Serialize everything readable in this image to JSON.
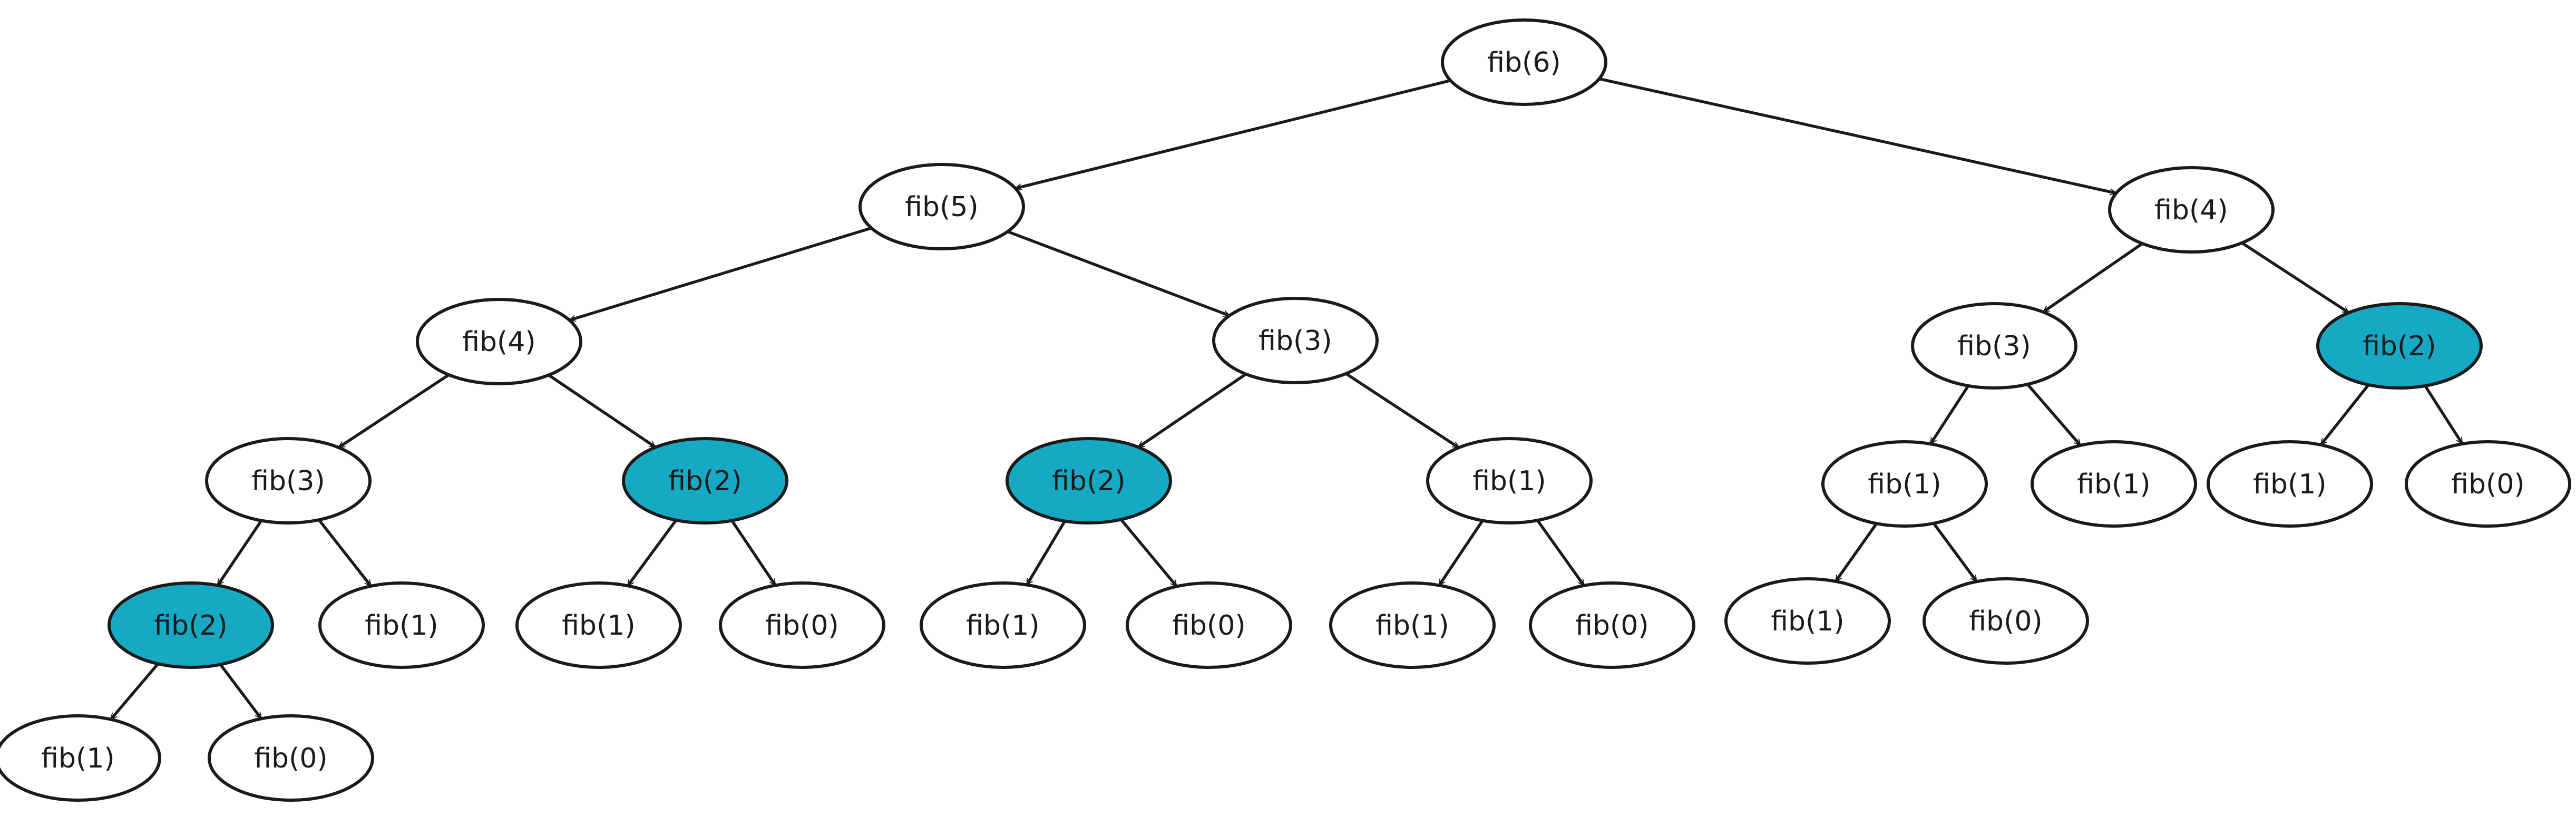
{
  "colors": {
    "highlight": "#16a9c4",
    "normal": "#ffffff",
    "stroke": "#1a1a1a"
  },
  "nodes": [
    {
      "id": "n0",
      "label": "fib(6)",
      "highlight": false
    },
    {
      "id": "n1",
      "label": "fib(5)",
      "highlight": false
    },
    {
      "id": "n2",
      "label": "fib(4)",
      "highlight": false
    },
    {
      "id": "n3",
      "label": "fib(4)",
      "highlight": false
    },
    {
      "id": "n4",
      "label": "fib(3)",
      "highlight": false
    },
    {
      "id": "n5",
      "label": "fib(3)",
      "highlight": false
    },
    {
      "id": "n6",
      "label": "fib(3)",
      "highlight": false
    },
    {
      "id": "n7",
      "label": "fib(2)",
      "highlight": true
    },
    {
      "id": "n8",
      "label": "fib(2)",
      "highlight": true
    },
    {
      "id": "n9",
      "label": "fib(1)",
      "highlight": false
    },
    {
      "id": "n10",
      "label": "fib(2)",
      "highlight": true
    },
    {
      "id": "n11",
      "label": "fib(1)",
      "highlight": false
    },
    {
      "id": "n12",
      "label": "fib(1)",
      "highlight": false
    },
    {
      "id": "n13",
      "label": "fib(0)",
      "highlight": false
    },
    {
      "id": "n14",
      "label": "fib(2)",
      "highlight": true
    },
    {
      "id": "n15",
      "label": "fib(1)",
      "highlight": false
    },
    {
      "id": "n16",
      "label": "fib(1)",
      "highlight": false
    },
    {
      "id": "n17",
      "label": "fib(0)",
      "highlight": false
    },
    {
      "id": "n18",
      "label": "fib(1)",
      "highlight": false
    },
    {
      "id": "n19",
      "label": "fib(0)",
      "highlight": false
    },
    {
      "id": "n20",
      "label": "fib(1)",
      "highlight": false
    },
    {
      "id": "n21",
      "label": "fib(0)",
      "highlight": false
    },
    {
      "id": "n22",
      "label": "fib(1)",
      "highlight": false
    },
    {
      "id": "n23",
      "label": "fib(0)",
      "highlight": false
    },
    {
      "id": "n24",
      "label": "fib(1)",
      "highlight": false
    },
    {
      "id": "n25",
      "label": "fib(1)",
      "highlight": false
    },
    {
      "id": "n26",
      "label": "fib(0)",
      "highlight": false
    }
  ],
  "edges": [
    [
      "n0",
      "n1"
    ],
    [
      "n0",
      "n3"
    ],
    [
      "n1",
      "n2"
    ],
    [
      "n1",
      "n5"
    ],
    [
      "n2",
      "n4"
    ],
    [
      "n2",
      "n8"
    ],
    [
      "n5",
      "n10"
    ],
    [
      "n5",
      "n11"
    ],
    [
      "n3",
      "n6"
    ],
    [
      "n3",
      "n7"
    ],
    [
      "n4",
      "n14"
    ],
    [
      "n4",
      "n15"
    ],
    [
      "n8",
      "n16"
    ],
    [
      "n8",
      "n17"
    ],
    [
      "n10",
      "n18"
    ],
    [
      "n10",
      "n19"
    ],
    [
      "n11",
      "n20"
    ],
    [
      "n11",
      "n21"
    ],
    [
      "n6",
      "n22"
    ],
    [
      "n6",
      "n9"
    ],
    [
      "n14",
      "n24"
    ],
    [
      "n14",
      "n26"
    ],
    [
      "n22",
      "n25"
    ],
    [
      "n22",
      "n23"
    ],
    [
      "n7",
      "n12"
    ],
    [
      "n7",
      "n13"
    ]
  ]
}
